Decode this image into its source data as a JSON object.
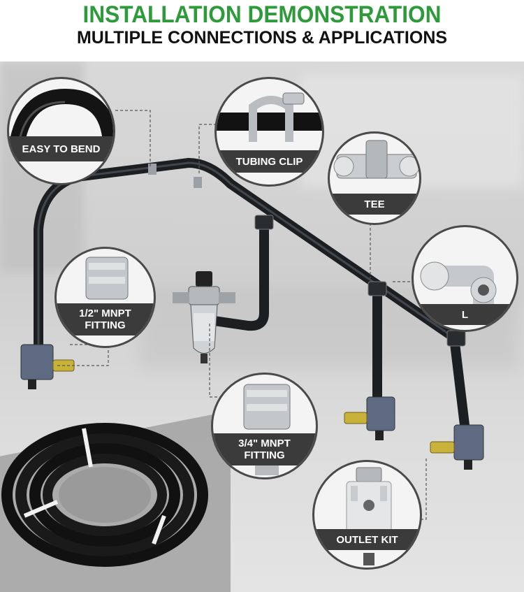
{
  "header": {
    "title": "INSTALLATION DEMONSTRATION",
    "subtitle": "MULTIPLE CONNECTIONS & APPLICATIONS"
  },
  "callouts": {
    "easy_to_bend": "EASY TO BEND",
    "tubing_clip": "TUBING CLIP",
    "tee": "TEE",
    "l": "L",
    "half_inch_line1": "1/2\" MNPT",
    "half_inch_line2": "FITTING",
    "three_quarter_line1": "3/4\" MNPT",
    "three_quarter_line2": "FITTING",
    "outlet_kit": "OUTLET KIT"
  },
  "colors": {
    "title_green": "#2e9b3a",
    "band_dark": "#3b3b3b",
    "pipe_black": "#1c1f22"
  }
}
